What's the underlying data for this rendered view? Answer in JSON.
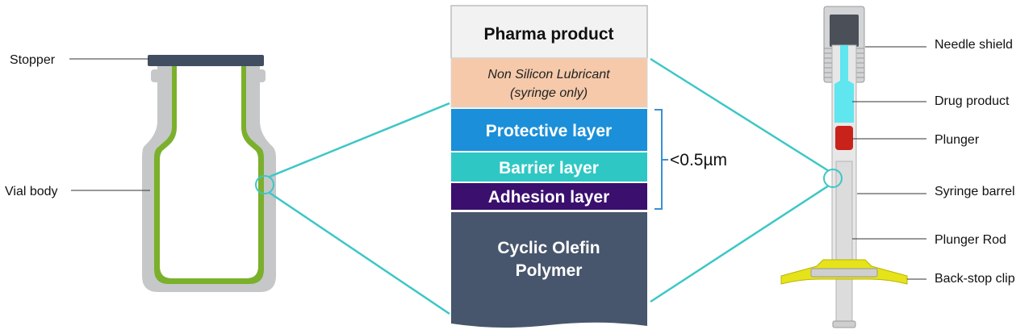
{
  "vial": {
    "labels": {
      "stopper": "Stopper",
      "body": "Vial body"
    }
  },
  "layers": {
    "pharma_product": "Pharma product",
    "lubricant_line1": "Non Silicon Lubricant",
    "lubricant_line2": "(syringe only)",
    "protective": "Protective layer",
    "barrier": "Barrier layer",
    "adhesion": "Adhesion layer",
    "polymer_line1": "Cyclic Olefin",
    "polymer_line2": "Polymer",
    "thickness": "<0.5µm"
  },
  "syringe": {
    "labels": {
      "needle_shield": "Needle shield",
      "drug_product": "Drug product",
      "plunger": "Plunger",
      "barrel": "Syringe barrel",
      "plunger_rod": "Plunger Rod",
      "backstop_clip": "Back-stop clip"
    }
  },
  "colors": {
    "teal": "#3cc7c6",
    "protective": "#1b8fd9",
    "barrier": "#2fc7c4",
    "adhesion": "#3a0f6e",
    "polymer": "#47566c",
    "lubricant": "#f5c9aa",
    "vial_green": "#7bb02c",
    "vial_gray": "#c6c7c8",
    "stopper": "#414e62",
    "drug": "#5fe6ef",
    "plunger": "#c9221b",
    "clip": "#e6e31a"
  }
}
